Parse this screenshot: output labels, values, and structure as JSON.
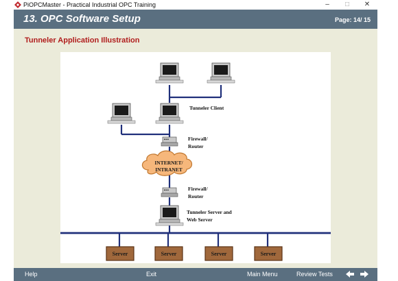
{
  "window": {
    "title": "PiOPCMaster - Practical Industrial OPC Training",
    "minimize_glyph": "–",
    "maximize_glyph": "□",
    "close_glyph": "✕"
  },
  "header": {
    "title": "13. OPC Software Setup",
    "page": "Page:  14/ 15"
  },
  "section": {
    "title": "Tunneler Application Illustration"
  },
  "diagram": {
    "tunneler_client": "Tunneler Client",
    "firewall_router_top": [
      "Firewall/",
      "Router"
    ],
    "cloud": [
      "INTERNET/",
      "INTRANET"
    ],
    "firewall_router_bottom": [
      "Firewall/",
      "Router"
    ],
    "tunneler_server": [
      "Tunneler Server and",
      "Web Server"
    ],
    "servers": [
      "Server",
      "Server",
      "Server",
      "Server"
    ]
  },
  "footer": {
    "help": "Help",
    "exit": "Exit",
    "main_menu": "Main Menu",
    "review_tests": "Review Tests",
    "back_icon": "arrow-left-icon",
    "next_icon": "arrow-right-icon"
  },
  "colors": {
    "header_bar": "#5a6f80",
    "background": "#ebebda",
    "section_title": "#b01c1c",
    "network_line": "#1f2f7a",
    "server_box": "#a0683c"
  }
}
